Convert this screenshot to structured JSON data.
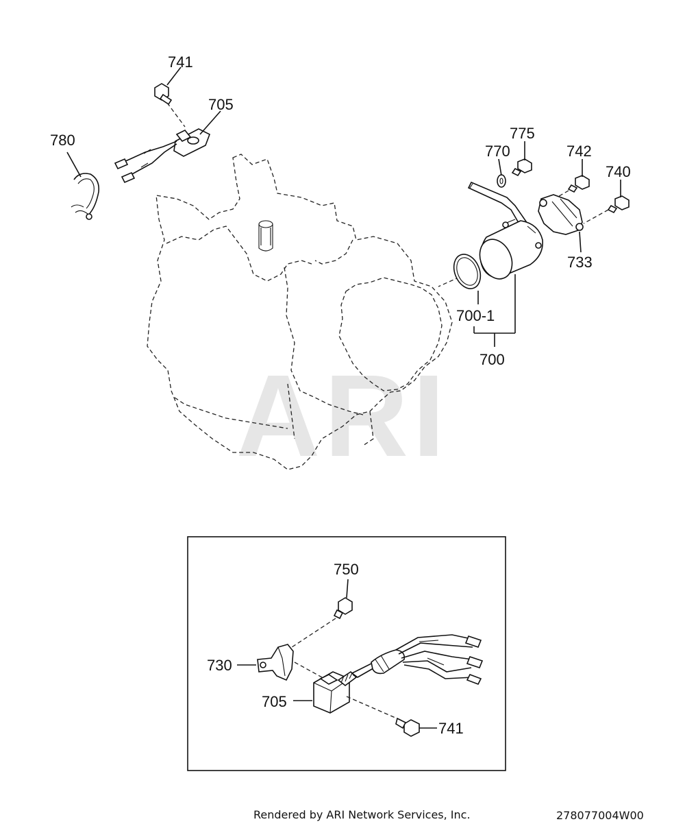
{
  "watermark": "ARI",
  "labels": {
    "l741a": "741",
    "l705a": "705",
    "l780": "780",
    "l775": "775",
    "l770": "770",
    "l742": "742",
    "l740": "740",
    "l733": "733",
    "l7001": "700-1",
    "l700": "700",
    "l750": "750",
    "l730": "730",
    "l705b": "705",
    "l741b": "741"
  },
  "footer": {
    "credit": "Rendered by ARI Network Services, Inc.",
    "code": "278077004W00"
  }
}
